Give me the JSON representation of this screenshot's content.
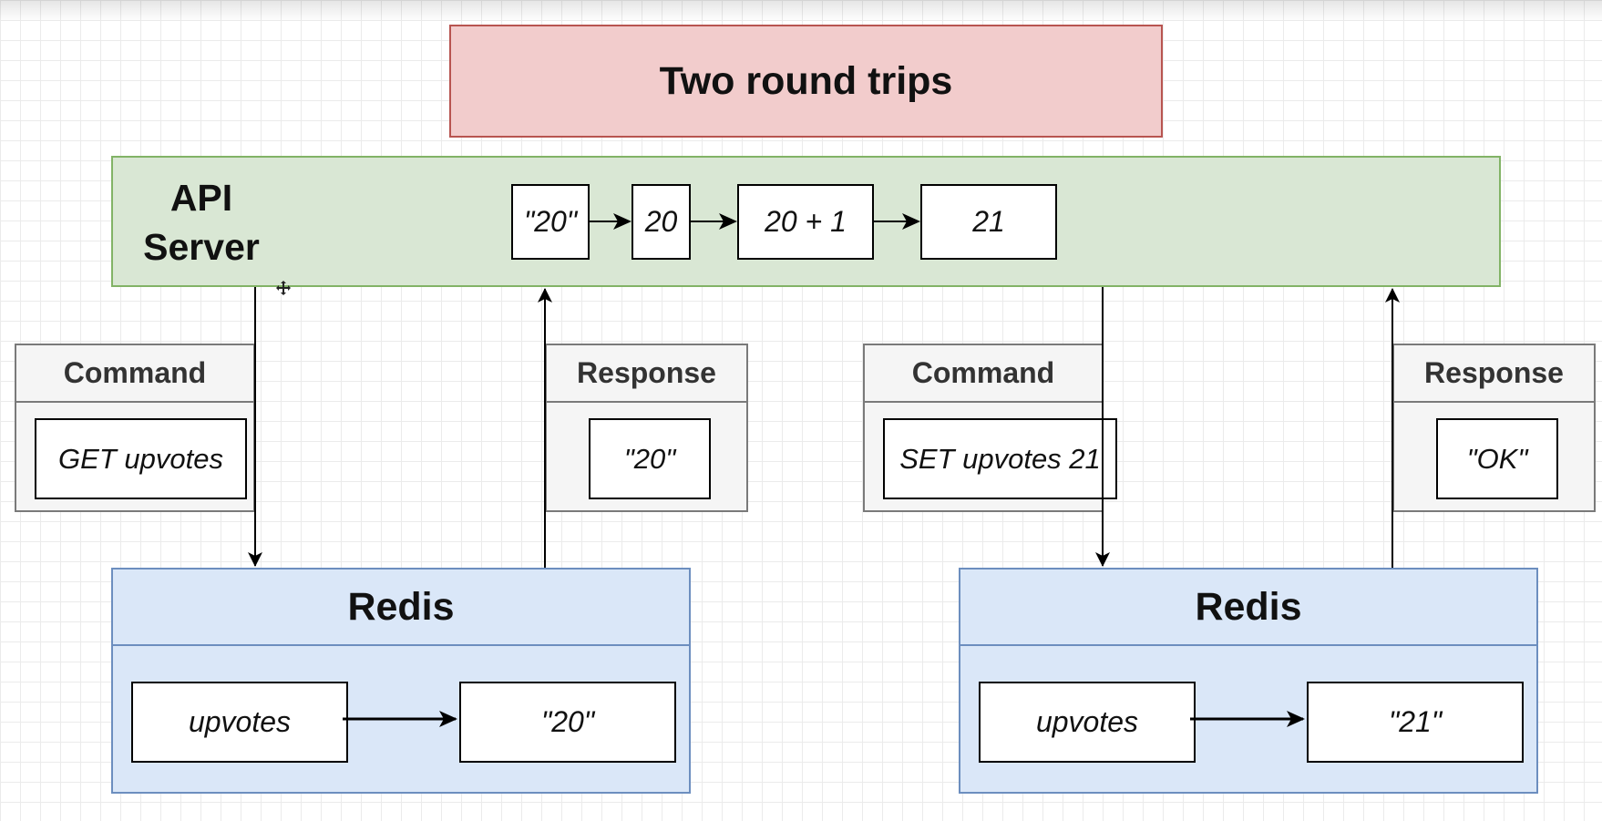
{
  "title": "Two round trips",
  "api_server": {
    "label": "API Server",
    "flow": [
      "\"20\"",
      "20",
      "20 + 1",
      "21"
    ]
  },
  "trip1": {
    "command": {
      "header": "Command",
      "text": "GET upvotes"
    },
    "response": {
      "header": "Response",
      "text": "\"20\""
    },
    "redis": {
      "header": "Redis",
      "key": "upvotes",
      "value": "\"20\""
    }
  },
  "trip2": {
    "command": {
      "header": "Command",
      "text": "SET upvotes 21"
    },
    "response": {
      "header": "Response",
      "text": "\"OK\""
    },
    "redis": {
      "header": "Redis",
      "key": "upvotes",
      "value": "\"21\""
    }
  },
  "icons": {
    "move_cursor": "move-icon",
    "arrow": "arrow-icon"
  },
  "colors": {
    "title_fill": "#f2cccc",
    "title_stroke": "#b85450",
    "api_fill": "#d9e7d4",
    "api_stroke": "#82b366",
    "redis_fill": "#dae7f8",
    "redis_stroke": "#6c8ebf",
    "panel_fill": "#f5f5f5",
    "panel_stroke": "#7a7a7a"
  }
}
